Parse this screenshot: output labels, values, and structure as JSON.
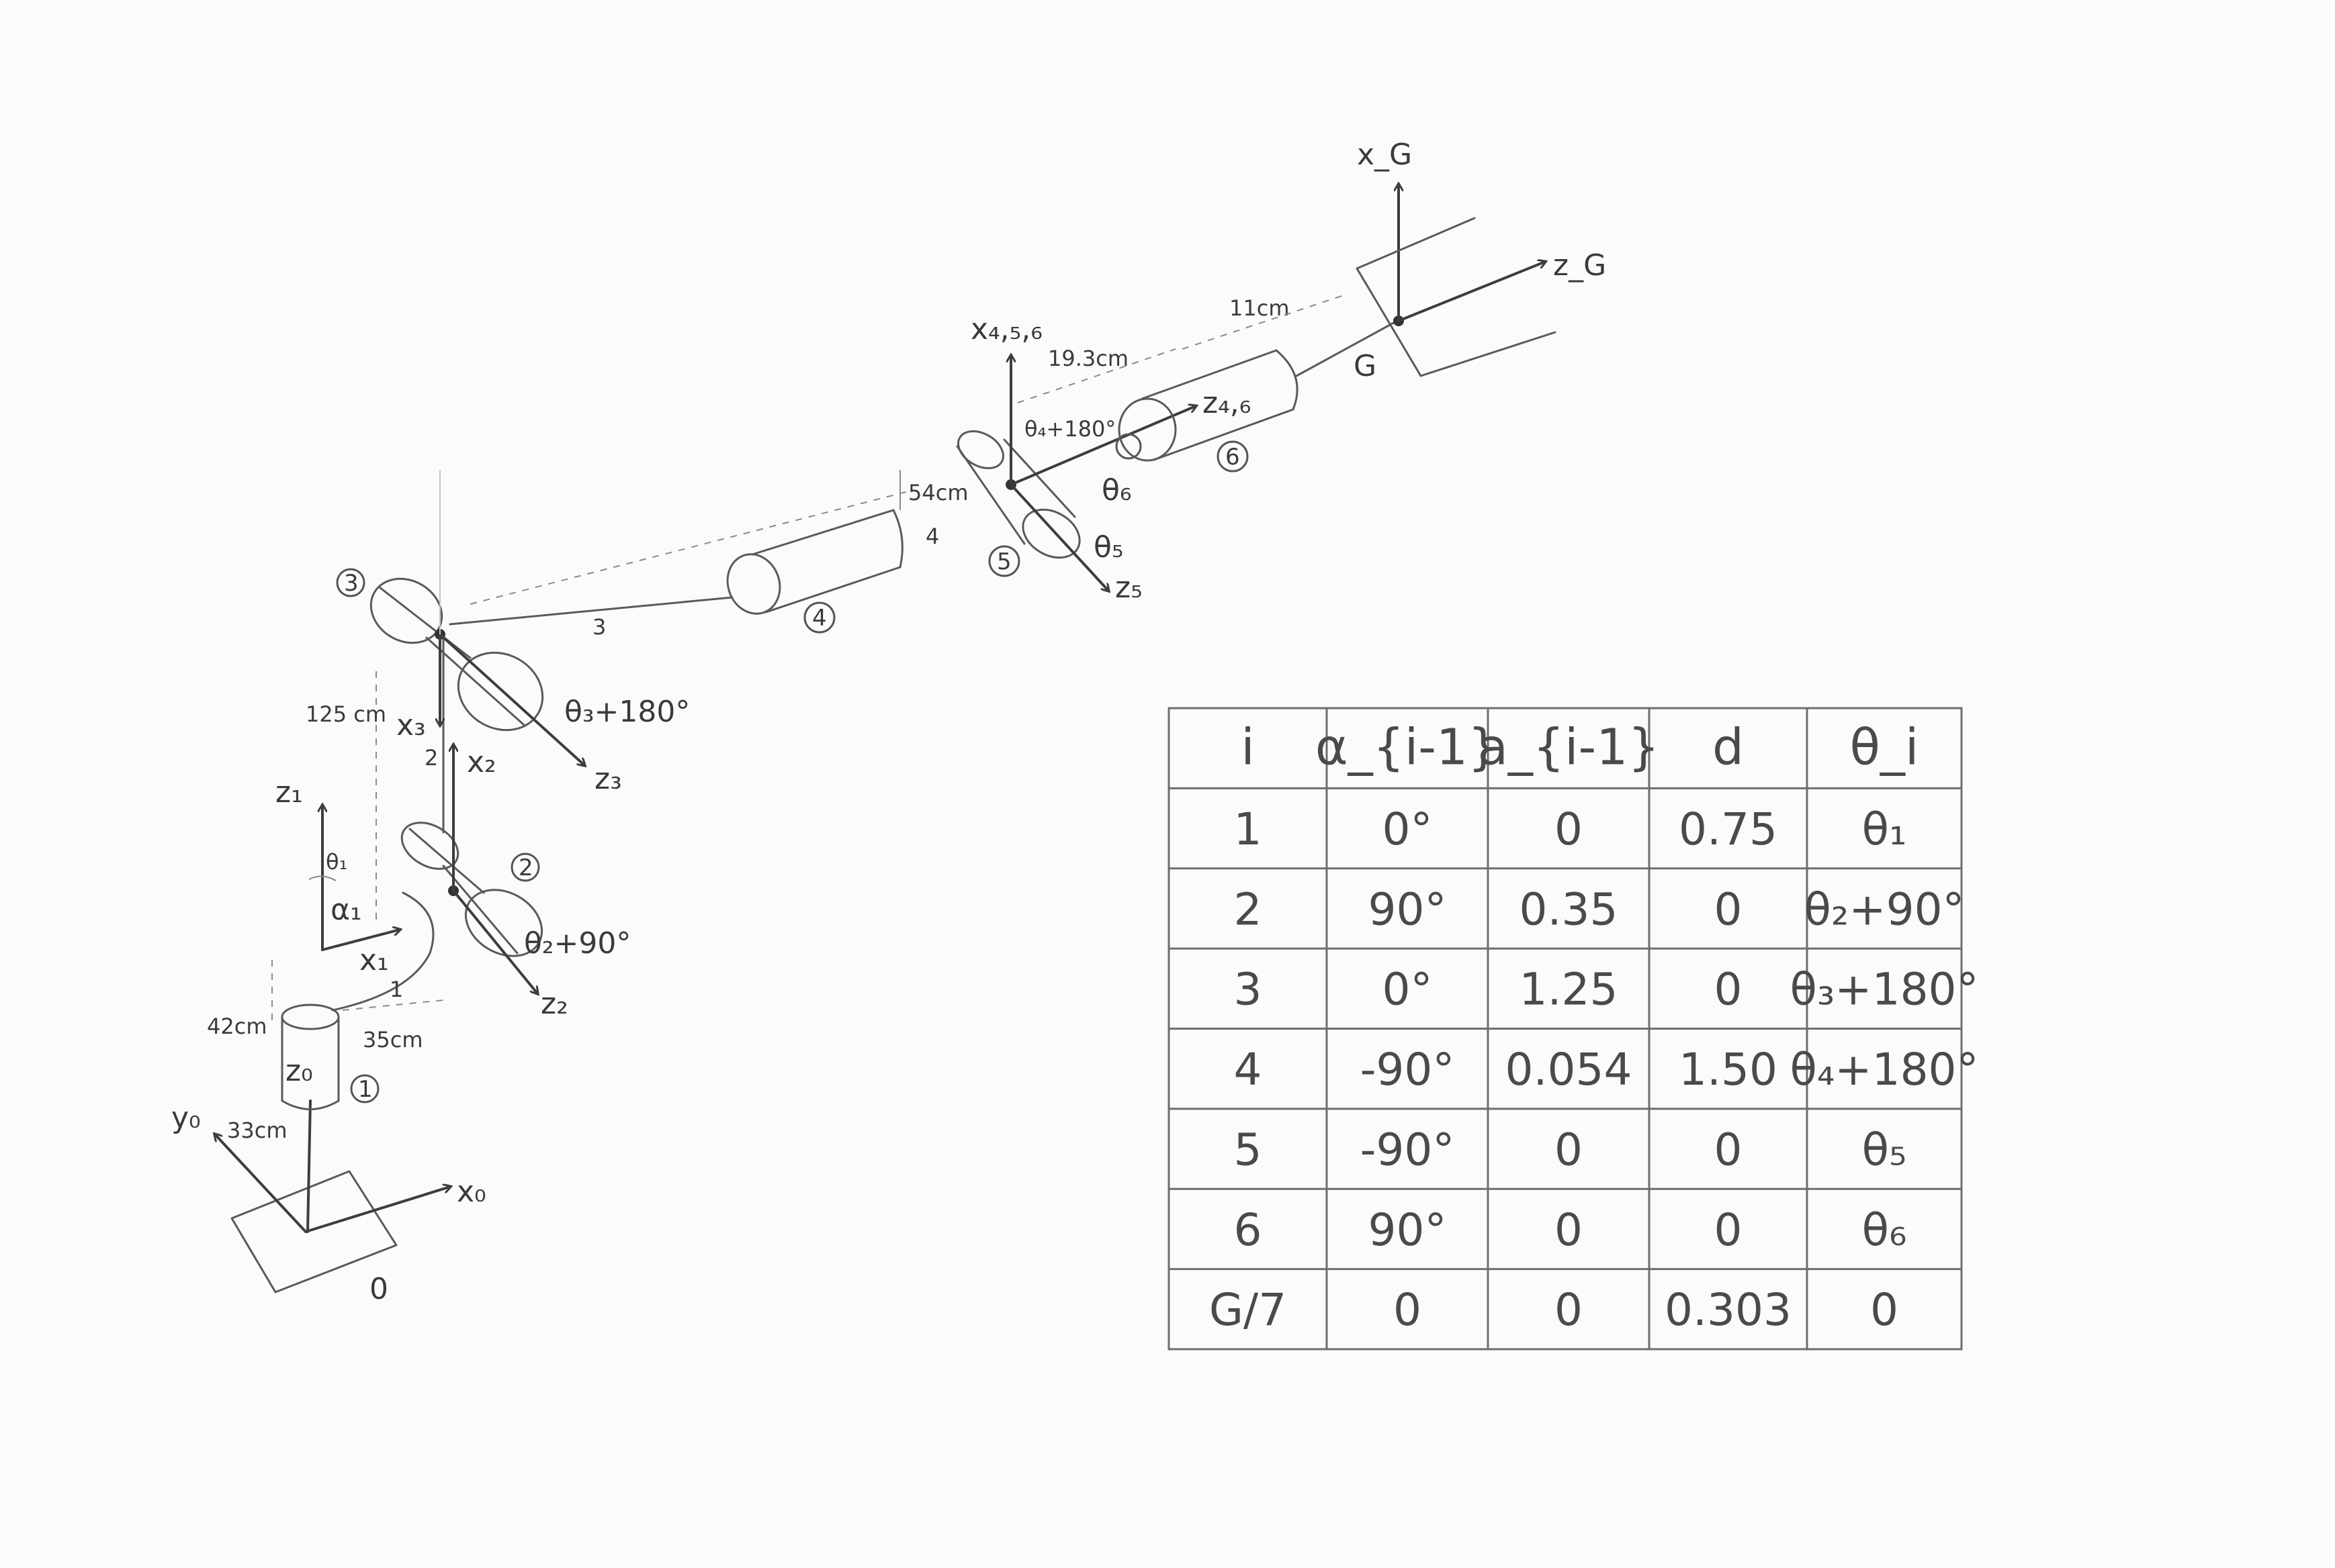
{
  "frames": {
    "base": {
      "y0": "y₀",
      "x0": "x₀",
      "z0": "z₀",
      "origin": "0"
    },
    "joint1": {
      "z1": "z₁",
      "x1": "x₁",
      "theta1": "θ₁",
      "alpha1": "α₁"
    },
    "joint2": {
      "x2": "x₂",
      "z2": "z₂",
      "theta2": "θ₂+90°"
    },
    "joint3": {
      "x3": "x₃",
      "z3": "z₃",
      "theta3": "θ₃+180°"
    },
    "wrist": {
      "x456": "x₄,₅,₆",
      "theta4": "θ₄+180°",
      "theta5": "θ₅",
      "theta6": "θ₆",
      "z46": "z₄,₆",
      "z5": "z₅"
    },
    "gripper": {
      "xg": "x_G",
      "zg": "z_G",
      "g": "G"
    }
  },
  "dimensions": {
    "d1": "42cm",
    "d2": "35cm",
    "d3": "33cm",
    "d4": "125 cm",
    "d5": "54cm",
    "d6": "19.3cm",
    "d7": "11cm"
  },
  "link_labels": [
    "1",
    "2",
    "3",
    "4"
  ],
  "joint_circles": [
    "1",
    "2",
    "3",
    "4",
    "5",
    "6"
  ],
  "dh_table": {
    "headers": [
      "i",
      "α_{i-1}",
      "a_{i-1}",
      "d",
      "θ_i"
    ],
    "rows": [
      [
        "1",
        "0°",
        "0",
        "0.75",
        "θ₁"
      ],
      [
        "2",
        "90°",
        "0.35",
        "0",
        "θ₂+90°"
      ],
      [
        "3",
        "0°",
        "1.25",
        "0",
        "θ₃+180°"
      ],
      [
        "4",
        "-90°",
        "0.054",
        "1.50",
        "θ₄+180°"
      ],
      [
        "5",
        "-90°",
        "0",
        "0",
        "θ₅"
      ],
      [
        "6",
        "90°",
        "0",
        "0",
        "θ₆"
      ],
      [
        "G/7",
        "0",
        "0",
        "0.303",
        "0"
      ]
    ]
  }
}
